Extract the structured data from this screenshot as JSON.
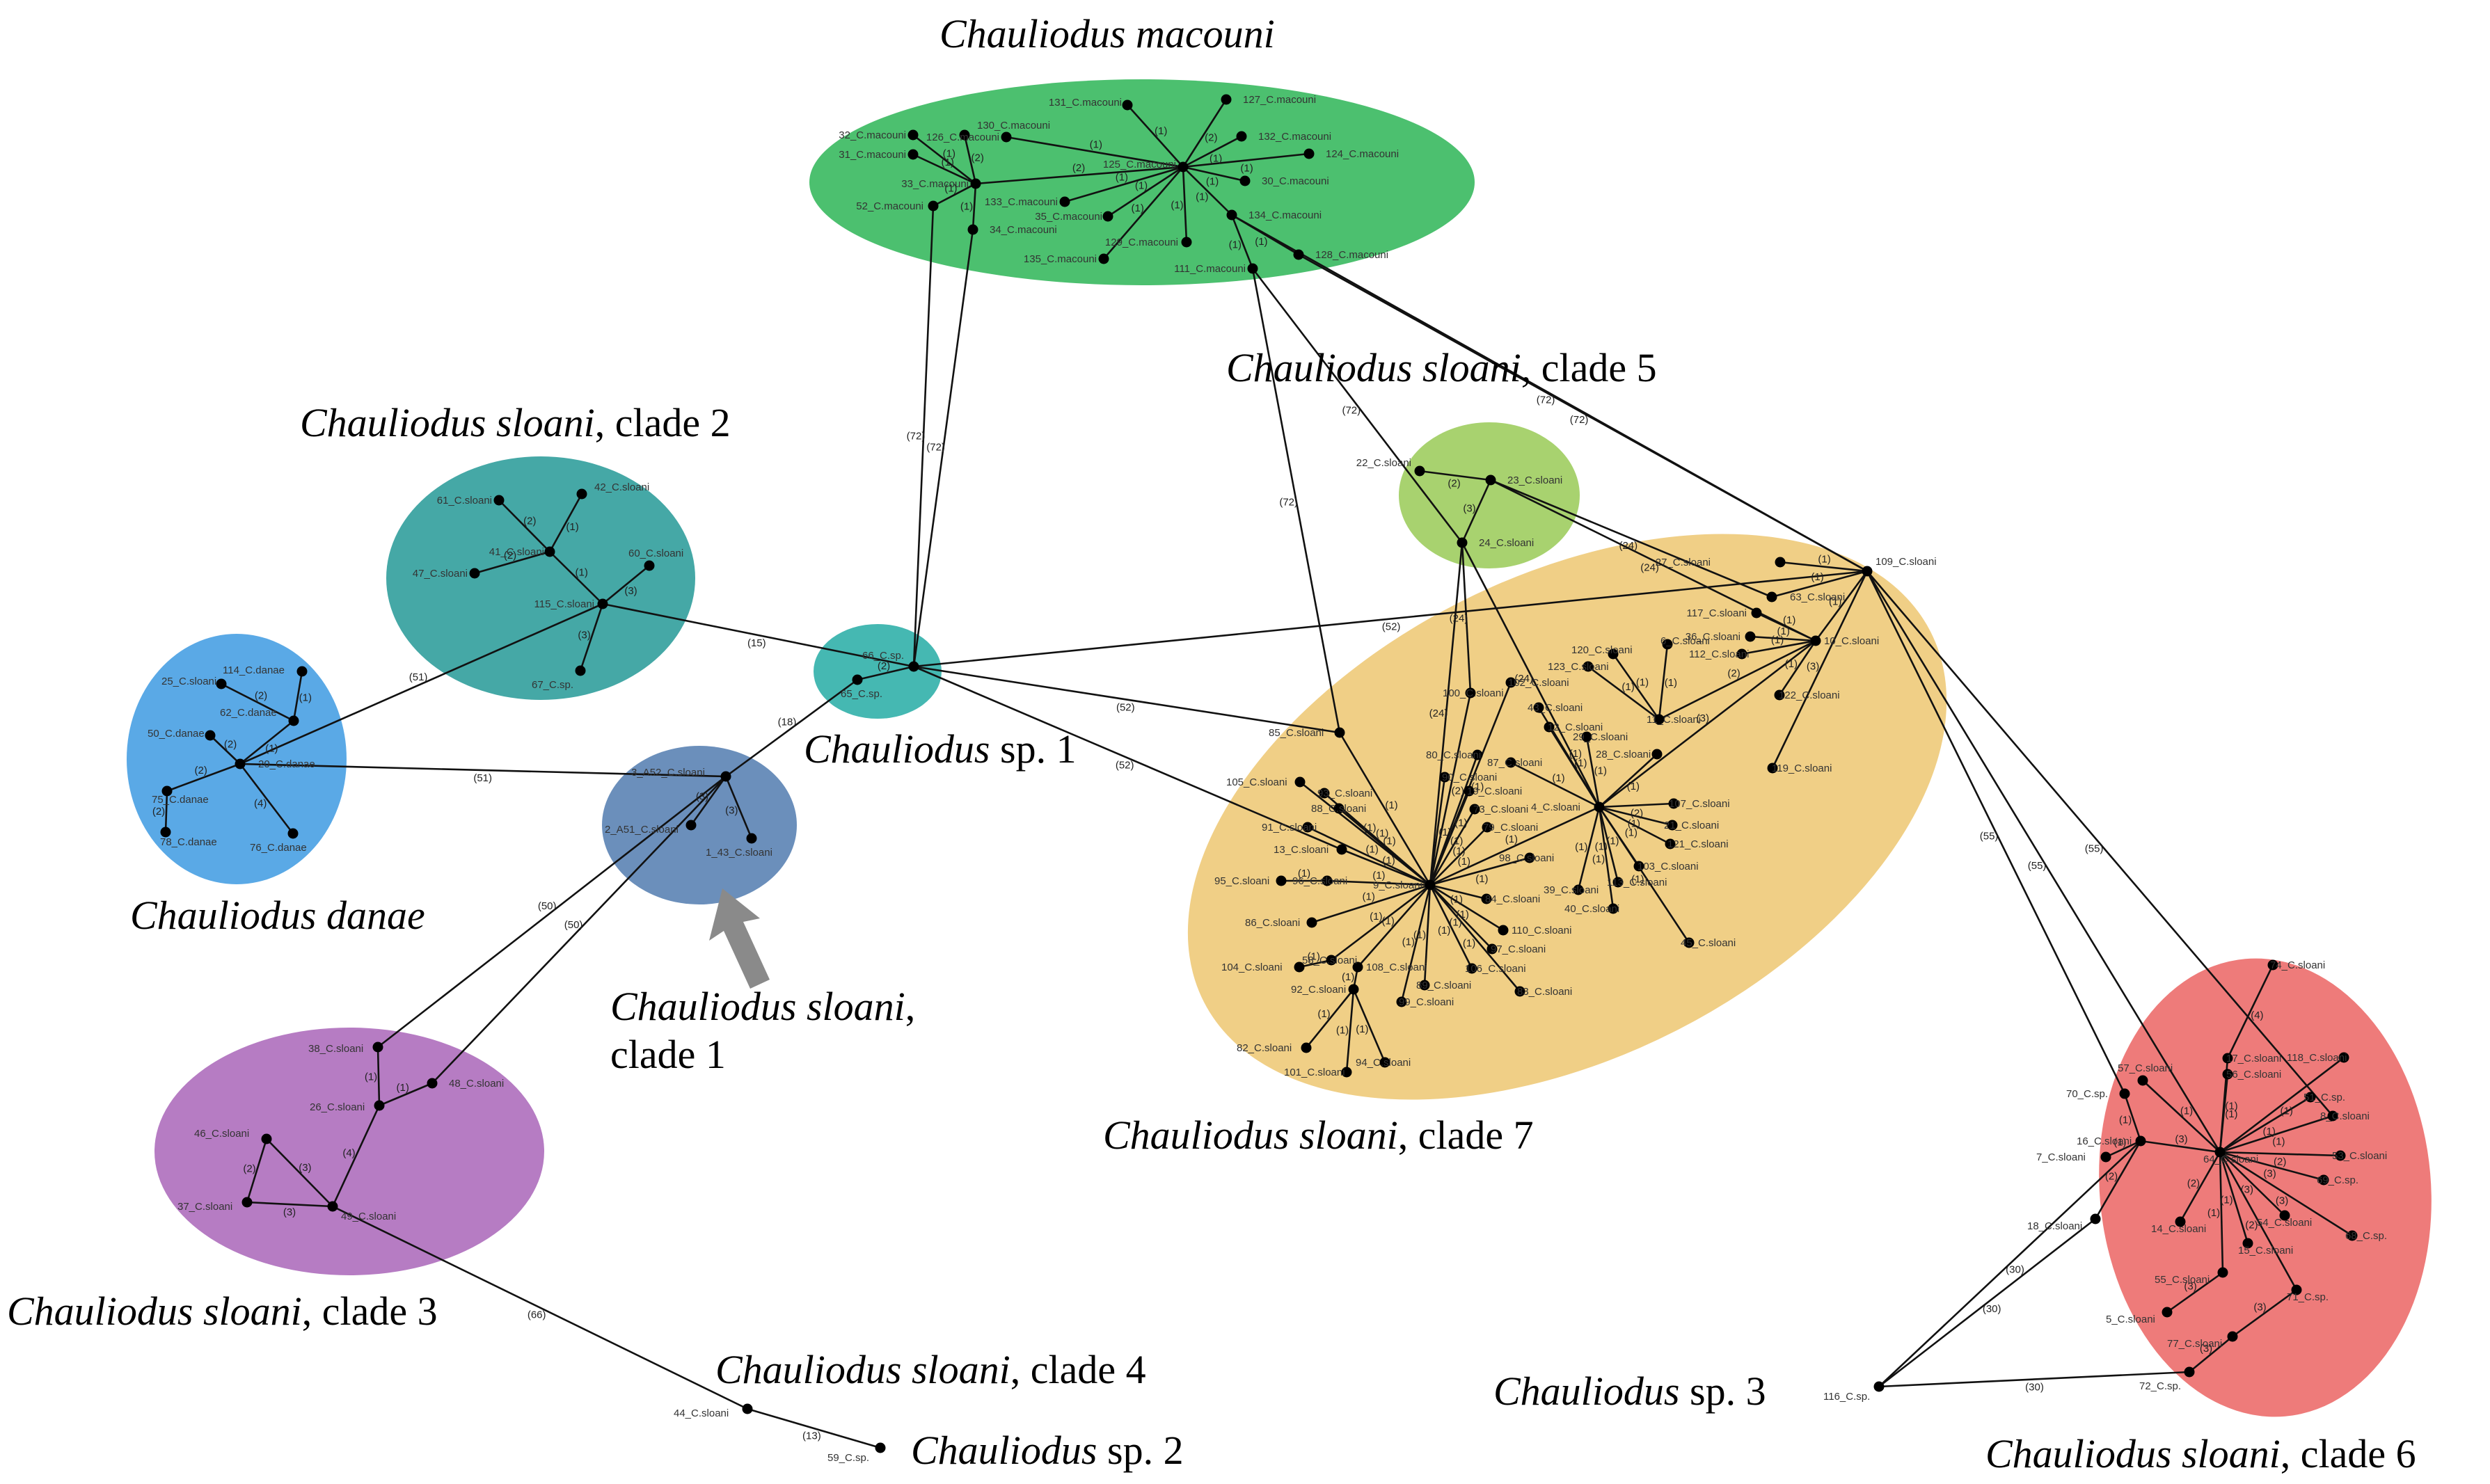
{
  "colors": {
    "macouni": "#4cc06f",
    "clade5": "#a8d26f",
    "clade7": "#f0cf86",
    "clade2": "#45a8a6",
    "danae": "#5aa9e6",
    "sp1": "#45b8b2",
    "clade1": "#6b8fbb",
    "clade3": "#b67cc3",
    "clade6": "#ee7b7a",
    "arrow": "#8a8a8a"
  },
  "clade_labels": {
    "macouni": {
      "italic": "Chauliodus macouni",
      "rest": ""
    },
    "clade5": {
      "italic": "Chauliodus sloani",
      "rest": ", clade 5"
    },
    "clade2": {
      "italic": "Chauliodus sloani",
      "rest": ", clade 2"
    },
    "sp1": {
      "italic": "Chauliodus",
      "rest": " sp. 1"
    },
    "danae": {
      "italic": "Chauliodus danae",
      "rest": ""
    },
    "clade1_a": {
      "italic": "Chauliodus sloani",
      "rest": ","
    },
    "clade1_b": {
      "italic": "",
      "rest": "clade 1"
    },
    "clade7": {
      "italic": "Chauliodus sloani",
      "rest": ", clade 7"
    },
    "clade3": {
      "italic": "Chauliodus sloani",
      "rest": ", clade 3"
    },
    "clade4": {
      "italic": "Chauliodus sloani",
      "rest": ", clade 4"
    },
    "sp2": {
      "italic": "Chauliodus",
      "rest": " sp. 2"
    },
    "sp3": {
      "italic": "Chauliodus",
      "rest": " sp. 3"
    },
    "clade6": {
      "italic": "Chauliodus sloani",
      "rest": ", clade 6"
    }
  },
  "nodes": [
    {
      "id": "32_C.macouni"
    },
    {
      "id": "130_C.macouni"
    },
    {
      "id": "131_C.macouni"
    },
    {
      "id": "127_C.macouni"
    },
    {
      "id": "31_C.macouni"
    },
    {
      "id": "126_C.macouni"
    },
    {
      "id": "132_C.macouni"
    },
    {
      "id": "125_C.macouni"
    },
    {
      "id": "124_C.macouni"
    },
    {
      "id": "33_C.macouni"
    },
    {
      "id": "30_C.macouni"
    },
    {
      "id": "133_C.macouni"
    },
    {
      "id": "52_C.macouni"
    },
    {
      "id": "35_C.macouni"
    },
    {
      "id": "134_C.macouni"
    },
    {
      "id": "34_C.macouni"
    },
    {
      "id": "129_C.macouni"
    },
    {
      "id": "128_C.macouni"
    },
    {
      "id": "111_C.macouni"
    },
    {
      "id": "135_C.macouni"
    },
    {
      "id": "22_C.sloani"
    },
    {
      "id": "23_C.sloani"
    },
    {
      "id": "24_C.sloani"
    },
    {
      "id": "42_C.sloani"
    },
    {
      "id": "61_C.sloani"
    },
    {
      "id": "41_C.sloani"
    },
    {
      "id": "47_C.sloani"
    },
    {
      "id": "60_C.sloani"
    },
    {
      "id": "115_C.sloani"
    },
    {
      "id": "67_C.sp."
    },
    {
      "id": "114_C.danae"
    },
    {
      "id": "25_C.sloani"
    },
    {
      "id": "62_C.danae"
    },
    {
      "id": "50_C.danae"
    },
    {
      "id": "20_C.danae"
    },
    {
      "id": "75_C.danae"
    },
    {
      "id": "78_C.danae"
    },
    {
      "id": "76_C.danae"
    },
    {
      "id": "66_C.sp."
    },
    {
      "id": "65_C.sp."
    },
    {
      "id": "3_A52_C.sloani"
    },
    {
      "id": "2_A51_C.sloani"
    },
    {
      "id": "1_43_C.sloani"
    },
    {
      "id": "38_C.sloani"
    },
    {
      "id": "48_C.sloani"
    },
    {
      "id": "26_C.sloani"
    },
    {
      "id": "46_C.sloani"
    },
    {
      "id": "37_C.sloani"
    },
    {
      "id": "49_C.sloani"
    },
    {
      "id": "44_C.sloani"
    },
    {
      "id": "59_C.sp."
    },
    {
      "id": "116_C.sp."
    },
    {
      "id": "109_C.sloani"
    },
    {
      "id": "27_C.sloani"
    },
    {
      "id": "63_C.sloani"
    },
    {
      "id": "117_C.sloani"
    },
    {
      "id": "36_C.sloani"
    },
    {
      "id": "10_C.sloani"
    },
    {
      "id": "120_C.sloani"
    },
    {
      "id": "6_C.sloani"
    },
    {
      "id": "123_C.sloani"
    },
    {
      "id": "112_C.sloani"
    },
    {
      "id": "122_C.sloani"
    },
    {
      "id": "102_C.sloani"
    },
    {
      "id": "100_C.sloani"
    },
    {
      "id": "43_C.sloani"
    },
    {
      "id": "11_C.sloani"
    },
    {
      "id": "12_C.sloani"
    },
    {
      "id": "29_C.sloani"
    },
    {
      "id": "85_C.sloani"
    },
    {
      "id": "80_C.sloani"
    },
    {
      "id": "28_C.sloani"
    },
    {
      "id": "87_C.sloani"
    },
    {
      "id": "90_C.sloani"
    },
    {
      "id": "119_C.sloani"
    },
    {
      "id": "105_C.sloani"
    },
    {
      "id": "19_C.sloani"
    },
    {
      "id": "4_C.sloani"
    },
    {
      "id": "93_C.sloani"
    },
    {
      "id": "88_C.sloani"
    },
    {
      "id": "107_C.sloani"
    },
    {
      "id": "73_C.sloani"
    },
    {
      "id": "21_C.sloani"
    },
    {
      "id": "91_C.sloani"
    },
    {
      "id": "79_C.sloani"
    },
    {
      "id": "121_C.sloani"
    },
    {
      "id": "13_C.sloani"
    },
    {
      "id": "98_C.sloani"
    },
    {
      "id": "103_C.sloani"
    },
    {
      "id": "95_C.sloani"
    },
    {
      "id": "96_C.sloani"
    },
    {
      "id": "9_C.sloani"
    },
    {
      "id": "39_C.sloani"
    },
    {
      "id": "113_C.sloani"
    },
    {
      "id": "84_C.sloani"
    },
    {
      "id": "40_C.sloani"
    },
    {
      "id": "86_C.sloani"
    },
    {
      "id": "110_C.sloani"
    },
    {
      "id": "45_C.sloani"
    },
    {
      "id": "97_C.sloani"
    },
    {
      "id": "58_C.sloani"
    },
    {
      "id": "108_C.sloani"
    },
    {
      "id": "106_C.sloani"
    },
    {
      "id": "104_C.sloani"
    },
    {
      "id": "89_C.sloani"
    },
    {
      "id": "83_C.sloani"
    },
    {
      "id": "92_C.sloani"
    },
    {
      "id": "99_C.sloani"
    },
    {
      "id": "82_C.sloani"
    },
    {
      "id": "94_C.sloani"
    },
    {
      "id": "101_C.sloani"
    },
    {
      "id": "74_C.sloani"
    },
    {
      "id": "118_C.sloani"
    },
    {
      "id": "17_C.sloani"
    },
    {
      "id": "56_C.sloani"
    },
    {
      "id": "51_C.sp."
    },
    {
      "id": "70_C.sp."
    },
    {
      "id": "57_C.sloani"
    },
    {
      "id": "8_C.sloani"
    },
    {
      "id": "16_C.sloani"
    },
    {
      "id": "64_C.sloani"
    },
    {
      "id": "53_C.sloani"
    },
    {
      "id": "7_C.sloani"
    },
    {
      "id": "69_C.sp."
    },
    {
      "id": "54_C.sloani"
    },
    {
      "id": "68_C.sp."
    },
    {
      "id": "18_C.sloani"
    },
    {
      "id": "14_C.sloani"
    },
    {
      "id": "15_C.sloani"
    },
    {
      "id": "55_C.sloani"
    },
    {
      "id": "71_C.sp."
    },
    {
      "id": "5_C.sloani"
    },
    {
      "id": "77_C.sloani"
    },
    {
      "id": "72_C.sp."
    }
  ],
  "edges": [
    {
      "a": "125_C.macouni",
      "b": "33_C.macouni",
      "w": "(2)"
    },
    {
      "a": "33_C.macouni",
      "b": "32_C.macouni",
      "w": "(1)"
    },
    {
      "a": "33_C.macouni",
      "b": "31_C.macouni",
      "w": "(1)"
    },
    {
      "a": "33_C.macouni",
      "b": "130_C.macouni",
      "w": "(2)"
    },
    {
      "a": "33_C.macouni",
      "b": "52_C.macouni",
      "w": "(1)"
    },
    {
      "a": "33_C.macouni",
      "b": "34_C.macouni",
      "w": "(1)"
    },
    {
      "a": "125_C.macouni",
      "b": "131_C.macouni",
      "w": "(1)"
    },
    {
      "a": "125_C.macouni",
      "b": "127_C.macouni",
      "w": "(2)"
    },
    {
      "a": "125_C.macouni",
      "b": "126_C.macouni",
      "w": "(1)"
    },
    {
      "a": "125_C.macouni",
      "b": "132_C.macouni",
      "w": "(1)"
    },
    {
      "a": "125_C.macouni",
      "b": "124_C.macouni",
      "w": "(1)"
    },
    {
      "a": "125_C.macouni",
      "b": "30_C.macouni",
      "w": "(1)"
    },
    {
      "a": "125_C.macouni",
      "b": "133_C.macouni",
      "w": "(1)"
    },
    {
      "a": "125_C.macouni",
      "b": "35_C.macouni",
      "w": "(1)"
    },
    {
      "a": "125_C.macouni",
      "b": "134_C.macouni",
      "w": "(1)"
    },
    {
      "a": "125_C.macouni",
      "b": "129_C.macouni",
      "w": "(1)"
    },
    {
      "a": "125_C.macouni",
      "b": "135_C.macouni",
      "w": "(1)"
    },
    {
      "a": "134_C.macouni",
      "b": "128_C.macouni",
      "w": "(1)"
    },
    {
      "a": "134_C.macouni",
      "b": "111_C.macouni",
      "w": "(1)"
    },
    {
      "a": "52_C.macouni",
      "b": "66_C.sp.",
      "w": "(72)"
    },
    {
      "a": "34_C.macouni",
      "b": "66_C.sp.",
      "w": "(72)"
    },
    {
      "a": "111_C.macouni",
      "b": "24_C.sloani",
      "w": "(72)"
    },
    {
      "a": "111_C.macouni",
      "b": "85_C.sloani",
      "w": "(72)"
    },
    {
      "a": "128_C.macouni",
      "b": "109_C.sloani",
      "w": "(72)"
    },
    {
      "a": "134_C.macouni",
      "b": "109_C.sloani",
      "w": "(72)"
    },
    {
      "a": "22_C.sloani",
      "b": "23_C.sloani",
      "w": "(2)"
    },
    {
      "a": "23_C.sloani",
      "b": "24_C.sloani",
      "w": "(3)"
    },
    {
      "a": "23_C.sloani",
      "b": "10_C.sloani",
      "w": "(24)"
    },
    {
      "a": "23_C.sloani",
      "b": "63_C.sloani",
      "w": "(24)"
    },
    {
      "a": "24_C.sloani",
      "b": "9_C.sloani",
      "w": "(24)"
    },
    {
      "a": "24_C.sloani",
      "b": "100_C.sloani",
      "w": "(24)"
    },
    {
      "a": "24_C.sloani",
      "b": "4_C.sloani",
      "w": "(24)"
    },
    {
      "a": "115_C.sloani",
      "b": "41_C.sloani",
      "w": "(1)"
    },
    {
      "a": "41_C.sloani",
      "b": "42_C.sloani",
      "w": "(1)"
    },
    {
      "a": "41_C.sloani",
      "b": "61_C.sloani",
      "w": "(2)"
    },
    {
      "a": "41_C.sloani",
      "b": "47_C.sloani",
      "w": "(2)"
    },
    {
      "a": "115_C.sloani",
      "b": "60_C.sloani",
      "w": "(3)"
    },
    {
      "a": "115_C.sloani",
      "b": "67_C.sp.",
      "w": "(3)"
    },
    {
      "a": "115_C.sloani",
      "b": "20_C.danae",
      "w": "(51)"
    },
    {
      "a": "115_C.sloani",
      "b": "66_C.sp.",
      "w": "(15)"
    },
    {
      "a": "20_C.danae",
      "b": "62_C.danae",
      "w": "(1)"
    },
    {
      "a": "62_C.danae",
      "b": "114_C.danae",
      "w": "(1)"
    },
    {
      "a": "62_C.danae",
      "b": "25_C.sloani",
      "w": "(2)"
    },
    {
      "a": "20_C.danae",
      "b": "50_C.danae",
      "w": "(2)"
    },
    {
      "a": "20_C.danae",
      "b": "75_C.danae",
      "w": "(2)"
    },
    {
      "a": "75_C.danae",
      "b": "78_C.danae",
      "w": "(2)"
    },
    {
      "a": "20_C.danae",
      "b": "76_C.danae",
      "w": "(4)"
    },
    {
      "a": "20_C.danae",
      "b": "3_A52_C.sloani",
      "w": "(51)"
    },
    {
      "a": "66_C.sp.",
      "b": "65_C.sp.",
      "w": "(2)"
    },
    {
      "a": "65_C.sp.",
      "b": "3_A52_C.sloani",
      "w": "(18)"
    },
    {
      "a": "66_C.sp.",
      "b": "85_C.sloani",
      "w": "(52)"
    },
    {
      "a": "66_C.sp.",
      "b": "13_C.sloani",
      "w": "(52)"
    },
    {
      "a": "66_C.sp.",
      "b": "109_C.sloani",
      "w": "(52)"
    },
    {
      "a": "3_A52_C.sloani",
      "b": "2_A51_C.sloani",
      "w": "(3)"
    },
    {
      "a": "3_A52_C.sloani",
      "b": "1_43_C.sloani",
      "w": "(3)"
    },
    {
      "a": "3_A52_C.sloani",
      "b": "38_C.sloani",
      "w": "(50)"
    },
    {
      "a": "3_A52_C.sloani",
      "b": "48_C.sloani",
      "w": "(50)"
    },
    {
      "a": "38_C.sloani",
      "b": "26_C.sloani",
      "w": "(1)"
    },
    {
      "a": "48_C.sloani",
      "b": "26_C.sloani",
      "w": "(1)"
    },
    {
      "a": "26_C.sloani",
      "b": "49_C.sloani",
      "w": "(4)"
    },
    {
      "a": "49_C.sloani",
      "b": "46_C.sloani",
      "w": "(3)"
    },
    {
      "a": "46_C.sloani",
      "b": "37_C.sloani",
      "w": "(2)"
    },
    {
      "a": "37_C.sloani",
      "b": "49_C.sloani",
      "w": "(3)"
    },
    {
      "a": "49_C.sloani",
      "b": "44_C.sloani",
      "w": "(66)"
    },
    {
      "a": "44_C.sloani",
      "b": "59_C.sp.",
      "w": "(13)"
    },
    {
      "a": "116_C.sp.",
      "b": "72_C.sp.",
      "w": "(30)"
    },
    {
      "a": "116_C.sp.",
      "b": "18_C.sloani",
      "w": "(30)"
    },
    {
      "a": "116_C.sp.",
      "b": "16_C.sloani",
      "w": "(30)"
    },
    {
      "a": "109_C.sloani",
      "b": "70_C.sp.",
      "w": "(55)"
    },
    {
      "a": "109_C.sloani",
      "b": "8_C.sloani",
      "w": "(55)"
    },
    {
      "a": "109_C.sloani",
      "b": "64_C.sloani",
      "w": "(55)"
    },
    {
      "a": "109_C.sloani",
      "b": "27_C.sloani",
      "w": "(1)"
    },
    {
      "a": "109_C.sloani",
      "b": "63_C.sloani",
      "w": "(1)"
    },
    {
      "a": "109_C.sloani",
      "b": "10_C.sloani",
      "w": "(1)"
    },
    {
      "a": "109_C.sloani",
      "b": "119_C.sloani",
      "w": "(3)"
    },
    {
      "a": "10_C.sloani",
      "b": "117_C.sloani",
      "w": "(1)"
    },
    {
      "a": "10_C.sloani",
      "b": "36_C.sloani",
      "w": "(1)"
    },
    {
      "a": "10_C.sloani",
      "b": "122_C.sloani",
      "w": "(1)"
    },
    {
      "a": "10_C.sloani",
      "b": "112_C.sloani",
      "w": "(1)"
    },
    {
      "a": "10_C.sloani",
      "b": "11_C.sloani",
      "w": "(2)"
    },
    {
      "a": "10_C.sloani",
      "b": "4_C.sloani",
      "w": "(3)"
    },
    {
      "a": "11_C.sloani",
      "b": "6_C.sloani",
      "w": "(1)"
    },
    {
      "a": "11_C.sloani",
      "b": "120_C.sloani",
      "w": "(1)"
    },
    {
      "a": "11_C.sloani",
      "b": "123_C.sloani",
      "w": "(1)"
    },
    {
      "a": "4_C.sloani",
      "b": "43_C.sloani",
      "w": "(1)"
    },
    {
      "a": "4_C.sloani",
      "b": "12_C.sloani",
      "w": "(1)"
    },
    {
      "a": "4_C.sloani",
      "b": "29_C.sloani",
      "w": "(1)"
    },
    {
      "a": "4_C.sloani",
      "b": "28_C.sloani",
      "w": "(1)"
    },
    {
      "a": "4_C.sloani",
      "b": "87_C.sloani",
      "w": "(1)"
    },
    {
      "a": "4_C.sloani",
      "b": "107_C.sloani",
      "w": "(2)"
    },
    {
      "a": "4_C.sloani",
      "b": "21_C.sloani",
      "w": "(1)"
    },
    {
      "a": "4_C.sloani",
      "b": "121_C.sloani",
      "w": "(1)"
    },
    {
      "a": "4_C.sloani",
      "b": "103_C.sloani",
      "w": "(1)"
    },
    {
      "a": "4_C.sloani",
      "b": "113_C.sloani",
      "w": "(1)"
    },
    {
      "a": "4_C.sloani",
      "b": "39_C.sloani",
      "w": "(1)"
    },
    {
      "a": "4_C.sloani",
      "b": "40_C.sloani",
      "w": "(1)"
    },
    {
      "a": "4_C.sloani",
      "b": "45_C.sloani",
      "w": "(1)"
    },
    {
      "a": "4_C.sloani",
      "b": "9_C.sloani",
      "w": "(1)"
    },
    {
      "a": "9_C.sloani",
      "b": "102_C.sloani",
      "w": "(1)"
    },
    {
      "a": "9_C.sloani",
      "b": "100_C.sloani",
      "w": "(2)"
    },
    {
      "a": "9_C.sloani",
      "b": "80_C.sloani",
      "w": "(1)"
    },
    {
      "a": "9_C.sloani",
      "b": "90_C.sloani",
      "w": "(1)"
    },
    {
      "a": "9_C.sloani",
      "b": "19_C.sloani",
      "w": "(1)"
    },
    {
      "a": "9_C.sloani",
      "b": "73_C.sloani",
      "w": "(1)"
    },
    {
      "a": "9_C.sloani",
      "b": "79_C.sloani",
      "w": "(1)"
    },
    {
      "a": "9_C.sloani",
      "b": "98_C.sloani",
      "w": "(1)"
    },
    {
      "a": "9_C.sloani",
      "b": "84_C.sloani",
      "w": "(1)"
    },
    {
      "a": "9_C.sloani",
      "b": "110_C.sloani",
      "w": "(1)"
    },
    {
      "a": "9_C.sloani",
      "b": "97_C.sloani",
      "w": "(1)"
    },
    {
      "a": "9_C.sloani",
      "b": "106_C.sloani",
      "w": "(1)"
    },
    {
      "a": "9_C.sloani",
      "b": "83_C.sloani",
      "w": "(1)"
    },
    {
      "a": "9_C.sloani",
      "b": "89_C.sloani",
      "w": "(1)"
    },
    {
      "a": "9_C.sloani",
      "b": "99_C.sloani",
      "w": "(1)"
    },
    {
      "a": "9_C.sloani",
      "b": "108_C.sloani",
      "w": "(1)"
    },
    {
      "a": "9_C.sloani",
      "b": "58_C.sloani",
      "w": "(1)"
    },
    {
      "a": "9_C.sloani",
      "b": "86_C.sloani",
      "w": "(1)"
    },
    {
      "a": "9_C.sloani",
      "b": "96_C.sloani",
      "w": "(1)"
    },
    {
      "a": "9_C.sloani",
      "b": "13_C.sloani",
      "w": "(1)"
    },
    {
      "a": "9_C.sloani",
      "b": "91_C.sloani",
      "w": "(1)"
    },
    {
      "a": "9_C.sloani",
      "b": "88_C.sloani",
      "w": "(1)"
    },
    {
      "a": "9_C.sloani",
      "b": "93_C.sloani",
      "w": "(1)"
    },
    {
      "a": "9_C.sloani",
      "b": "105_C.sloani",
      "w": "(1)"
    },
    {
      "a": "9_C.sloani",
      "b": "85_C.sloani",
      "w": "(1)"
    },
    {
      "a": "96_C.sloani",
      "b": "95_C.sloani",
      "w": "(1)"
    },
    {
      "a": "58_C.sloani",
      "b": "104_C.sloani",
      "w": "(1)"
    },
    {
      "a": "108_C.sloani",
      "b": "92_C.sloani",
      "w": "(1)"
    },
    {
      "a": "92_C.sloani",
      "b": "82_C.sloani",
      "w": "(1)"
    },
    {
      "a": "92_C.sloani",
      "b": "101_C.sloani",
      "w": "(1)"
    },
    {
      "a": "92_C.sloani",
      "b": "94_C.sloani",
      "w": "(1)"
    },
    {
      "a": "64_C.sloani",
      "b": "57_C.sloani",
      "w": "(1)"
    },
    {
      "a": "64_C.sloani",
      "b": "17_C.sloani",
      "w": "(1)"
    },
    {
      "a": "17_C.sloani",
      "b": "74_C.sloani",
      "w": "(4)"
    },
    {
      "a": "64_C.sloani",
      "b": "118_C.sloani",
      "w": "(1)"
    },
    {
      "a": "64_C.sloani",
      "b": "56_C.sloani",
      "w": "(1)"
    },
    {
      "a": "64_C.sloani",
      "b": "51_C.sp.",
      "w": "(1)"
    },
    {
      "a": "64_C.sloani",
      "b": "8_C.sloani",
      "w": "(1)"
    },
    {
      "a": "64_C.sloani",
      "b": "53_C.sloani",
      "w": "(2)"
    },
    {
      "a": "64_C.sloani",
      "b": "69_C.sp.",
      "w": "(3)"
    },
    {
      "a": "64_C.sloani",
      "b": "68_C.sp.",
      "w": "(3)"
    },
    {
      "a": "64_C.sloani",
      "b": "54_C.sloani",
      "w": "(3)"
    },
    {
      "a": "64_C.sloani",
      "b": "15_C.sloani",
      "w": "(1)"
    },
    {
      "a": "64_C.sloani",
      "b": "14_C.sloani",
      "w": "(2)"
    },
    {
      "a": "64_C.sloani",
      "b": "16_C.sloani",
      "w": "(3)"
    },
    {
      "a": "64_C.sloani",
      "b": "55_C.sloani",
      "w": "(1)"
    },
    {
      "a": "64_C.sloani",
      "b": "71_C.sp.",
      "w": "(2)"
    },
    {
      "a": "16_C.sloani",
      "b": "7_C.sloani",
      "w": "(1)"
    },
    {
      "a": "16_C.sloani",
      "b": "18_C.sloani",
      "w": "(2)"
    },
    {
      "a": "70_C.sp.",
      "b": "16_C.sloani",
      "w": "(1)"
    },
    {
      "a": "55_C.sloani",
      "b": "5_C.sloani",
      "w": "(3)"
    },
    {
      "a": "71_C.sp.",
      "b": "77_C.sloani",
      "w": "(3)"
    },
    {
      "a": "77_C.sloani",
      "b": "72_C.sp.",
      "w": "(3)"
    }
  ]
}
